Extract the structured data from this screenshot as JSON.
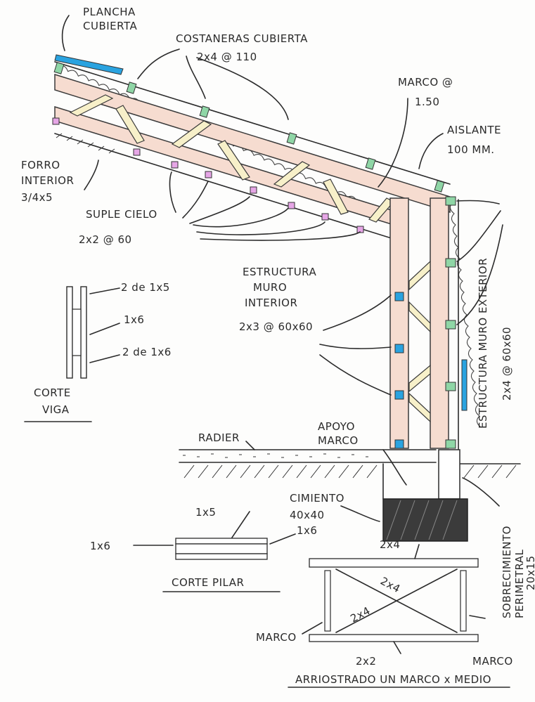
{
  "labels": {
    "plancha": "PLANCHA\nCUBIERTA",
    "costaneras": "COSTANERAS CUBIERTA\n2x4 @ 110",
    "marco": "MARCO @\n1.50",
    "aislante": "AISLANTE\n100 MM.",
    "forro": "FORRO\nINTERIOR\n3/4x5",
    "suple": "SUPLE CIELO\n2x2 @ 60",
    "est_interior": "ESTRUCTURA\nMURO\nINTERIOR\n2x3 @ 60x60",
    "est_exterior": "ESTRUCTURA MURO EXTERIOR\n2x4 @ 60x60",
    "viga_2de1x5": "2 de 1x5",
    "viga_1x6": "1x6",
    "viga_2de1x6": "2 de 1x6",
    "corte_viga": "CORTE\nVIGA",
    "radier": "RADIER",
    "apoyo": "APOYO\nMARCO",
    "cimiento": "CIMIENTO\n40x40",
    "sobrecimiento": "SOBRECIMIENTO\nPERIMETRAL\n20x15",
    "pilar_1x5": "1x5",
    "pilar_1x6_right": "1x6",
    "pilar_1x6_left": "1x6",
    "corte_pilar": "CORTE PILAR",
    "arr_2x4_top": "2x4",
    "arr_2x4_diag1": "2x4",
    "arr_2x4_diag2": "2x4",
    "arr_marco_left": "MARCO",
    "arr_marco_right": "MARCO",
    "arr_2x2": "2x2",
    "arriostrado": "ARRIOSTRADO UN MARCO x MEDIO"
  },
  "colors": {
    "timber": "#f6dcd0",
    "brace": "#f7f0c9",
    "purlin": "#8fd6a6",
    "ceiling_batten": "#e6a6e6",
    "blue_plate": "#2aa3e0"
  }
}
